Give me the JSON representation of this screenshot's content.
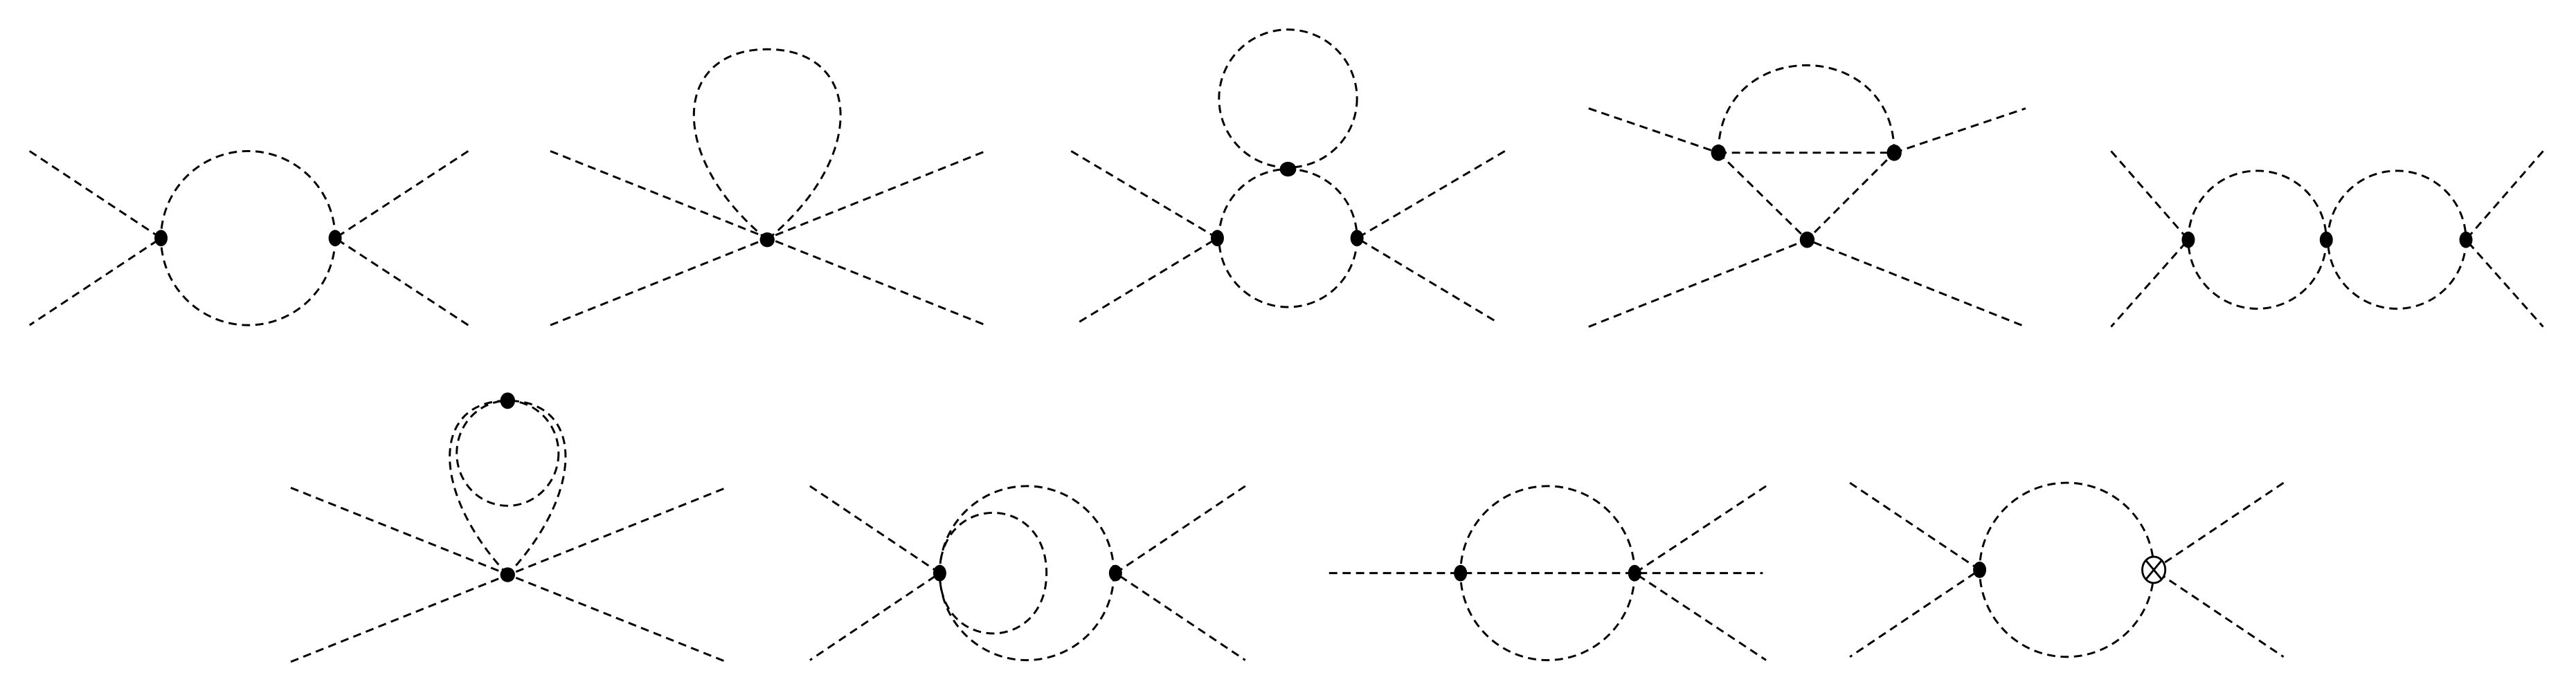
{
  "figure": {
    "diagram_count": 9,
    "line_color": "#000000",
    "background": "#ffffff",
    "line_style": "dashed",
    "vertex_icon": "filled-dot",
    "insertion_icon": "circled-times"
  }
}
